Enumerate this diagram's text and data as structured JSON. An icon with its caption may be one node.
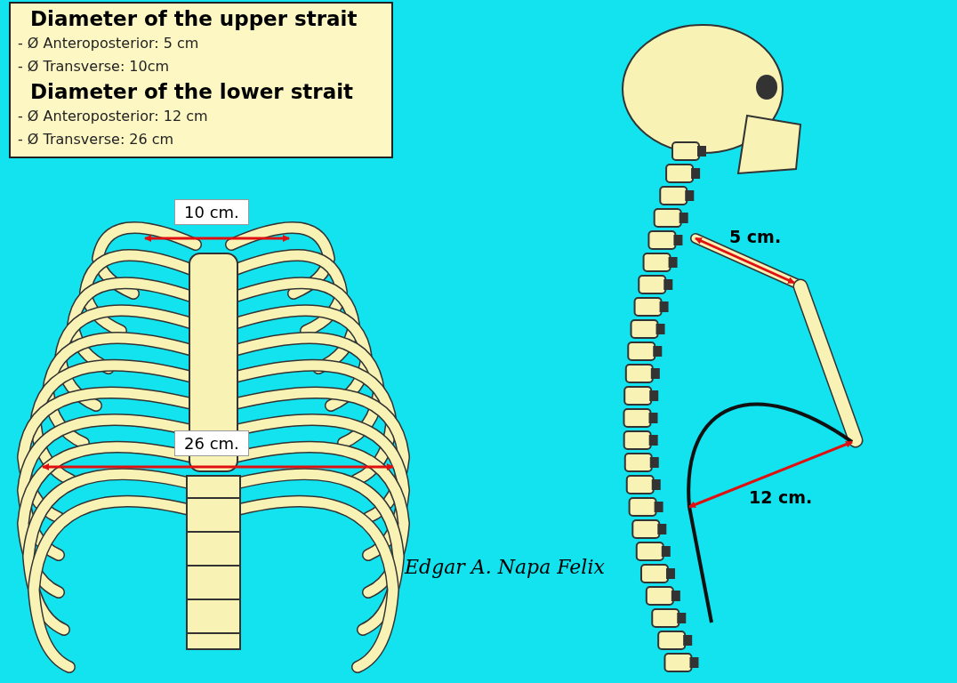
{
  "diagram": {
    "nodes": [
      {
        "text": [
          "Diameter of the upper strait",
          "- Ø Anteroposterior: 5 cm",
          "- Ø Transverse: 10cm",
          "Diameter of the lower strait",
          "- Ø  Anteroposterior: 12 cm",
          "- Ø Transverse: 26 cm"
        ]
      },
      {
        "text": [
          "10 cm."
        ]
      },
      {
        "text": [
          "26 cm."
        ]
      }
    ],
    "labels": [
      "5 cm.",
      "12 cm.",
      "Edgar A. Napa Felix"
    ]
  }
}
